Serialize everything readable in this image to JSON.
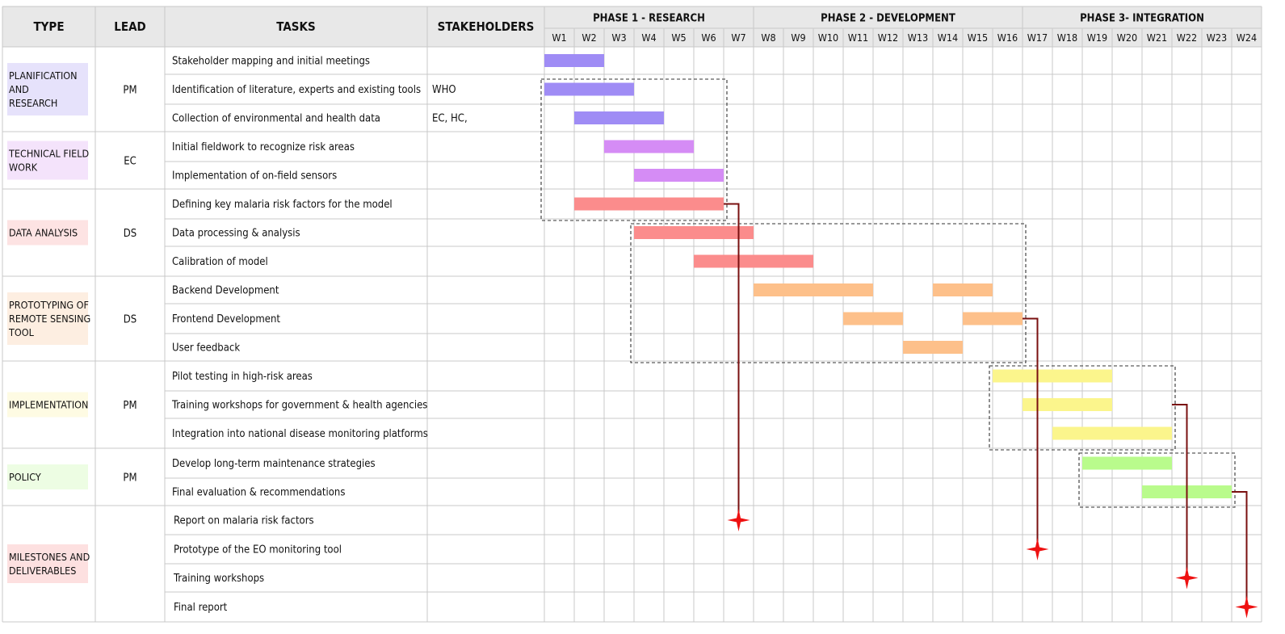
{
  "headers": {
    "type": "TYPE",
    "lead": "LEAD",
    "tasks": "TASKS",
    "stakeholders": "STAKEHOLDERS"
  },
  "phases": [
    {
      "label": "PHASE 1 - RESEARCH",
      "start": 1,
      "end": 7
    },
    {
      "label": "PHASE 2 - DEVELOPMENT",
      "start": 8,
      "end": 16
    },
    {
      "label": "PHASE 3- INTEGRATION",
      "start": 17,
      "end": 24
    }
  ],
  "weeks": [
    "W1",
    "W2",
    "W3",
    "W4",
    "W5",
    "W6",
    "W7",
    "W8",
    "W9",
    "W10",
    "W11",
    "W12",
    "W13",
    "W14",
    "W15",
    "W16",
    "W17",
    "W18",
    "W19",
    "W20",
    "W21",
    "W22",
    "W23",
    "W24"
  ],
  "groups": [
    {
      "type_lines": [
        "PLANIFICATION",
        "AND",
        "RESEARCH"
      ],
      "type_bg": "#e6e2fb",
      "lead": "PM",
      "first_row": 0,
      "rows": 3
    },
    {
      "type_lines": [
        "TECHNICAL FIELD",
        "WORK"
      ],
      "type_bg": "#f4e3fb",
      "lead": "EC",
      "first_row": 3,
      "rows": 2
    },
    {
      "type_lines": [
        "DATA ANALYSIS"
      ],
      "type_bg": "#fde3e3",
      "lead": "DS",
      "first_row": 5,
      "rows": 3
    },
    {
      "type_lines": [
        "PROTOTYPING OF",
        "REMOTE SENSING",
        "TOOL"
      ],
      "type_bg": "#fdeee1",
      "lead": "DS",
      "first_row": 8,
      "rows": 3
    },
    {
      "type_lines": [
        "IMPLEMENTATION"
      ],
      "type_bg": "#fefbe3",
      "lead": "PM",
      "first_row": 11,
      "rows": 3
    },
    {
      "type_lines": [
        "POLICY"
      ],
      "type_bg": "#edfde3",
      "lead": "PM",
      "first_row": 14,
      "rows": 2
    },
    {
      "type_lines": [
        "MILESTONES AND",
        "DELIVERABLES"
      ],
      "type_bg": "#fde0e0",
      "lead": "",
      "first_row": 16,
      "rows": 4
    }
  ],
  "chart_data": {
    "type": "gantt",
    "tasks": [
      {
        "name": "Stakeholder mapping and initial meetings",
        "stakeholders": "",
        "segments": [
          [
            1,
            2
          ]
        ],
        "color": "#9f8cf5"
      },
      {
        "name": "Identification of literature, experts and existing tools",
        "stakeholders": "WHO",
        "segments": [
          [
            1,
            3
          ]
        ],
        "color": "#9f8cf5"
      },
      {
        "name": "Collection of environmental and health data",
        "stakeholders": "EC, HC,",
        "segments": [
          [
            2,
            4
          ]
        ],
        "color": "#9f8cf5"
      },
      {
        "name": "Initial fieldwork to recognize risk areas",
        "stakeholders": "",
        "segments": [
          [
            3,
            5
          ]
        ],
        "color": "#d58cf5"
      },
      {
        "name": "Implementation of on-field sensors",
        "stakeholders": "",
        "segments": [
          [
            4,
            6
          ]
        ],
        "color": "#d58cf5"
      },
      {
        "name": "Defining key malaria risk factors for the model",
        "stakeholders": "",
        "segments": [
          [
            2,
            6
          ]
        ],
        "color": "#fb8c8c"
      },
      {
        "name": "Data processing & analysis",
        "stakeholders": "",
        "segments": [
          [
            4,
            7
          ]
        ],
        "color": "#fb8c8c"
      },
      {
        "name": "Calibration of model",
        "stakeholders": "",
        "segments": [
          [
            6,
            9
          ]
        ],
        "color": "#fb8c8c"
      },
      {
        "name": "Backend Development",
        "stakeholders": "",
        "segments": [
          [
            8,
            11
          ],
          [
            14,
            15
          ]
        ],
        "color": "#fdc08a"
      },
      {
        "name": "Frontend Development",
        "stakeholders": "",
        "segments": [
          [
            11,
            12
          ],
          [
            15,
            16
          ]
        ],
        "color": "#fdc08a"
      },
      {
        "name": "User feedback",
        "stakeholders": "",
        "segments": [
          [
            13,
            14
          ]
        ],
        "color": "#fdc08a"
      },
      {
        "name": "Pilot testing in high-risk areas",
        "stakeholders": "",
        "segments": [
          [
            16,
            19
          ]
        ],
        "color": "#fbf58c"
      },
      {
        "name": "Training workshops for government & health agencies",
        "stakeholders": "",
        "segments": [
          [
            17,
            19
          ]
        ],
        "color": "#fbf58c"
      },
      {
        "name": "Integration into national disease monitoring platforms",
        "stakeholders": "",
        "segments": [
          [
            18,
            21
          ]
        ],
        "color": "#fbf58c"
      },
      {
        "name": "Develop long-term maintenance strategies",
        "stakeholders": "",
        "segments": [
          [
            19,
            21
          ]
        ],
        "color": "#b9fb8c"
      },
      {
        "name": "Final evaluation & recommendations",
        "stakeholders": "",
        "segments": [
          [
            21,
            23
          ]
        ],
        "color": "#b9fb8c"
      }
    ],
    "milestones": [
      {
        "name": "Report on malaria risk factors",
        "week": 7
      },
      {
        "name": "Prototype of the EO monitoring tool",
        "week": 17
      },
      {
        "name": "Training workshops",
        "week": 22
      },
      {
        "name": "Final report",
        "week": 24
      }
    ],
    "milestone_color": "#ee1111",
    "connector_color": "#7a1010"
  }
}
